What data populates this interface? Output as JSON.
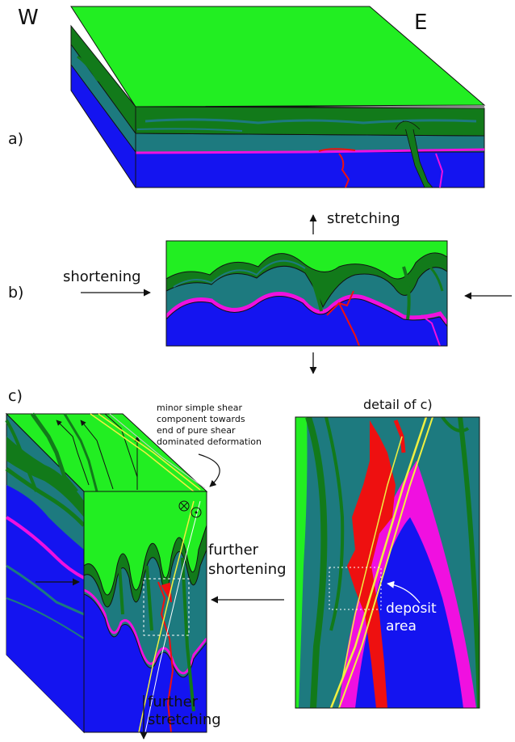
{
  "labels": {
    "west": "W",
    "east": "E",
    "panel_a": "a)",
    "panel_b": "b)",
    "panel_c": "c)",
    "stretching": "stretching",
    "shortening": "shortening",
    "minor_shear_line1": "minor simple shear",
    "minor_shear_line2": "component towards",
    "minor_shear_line3": "end of pure shear",
    "minor_shear_line4": "dominated deformation",
    "further_shortening_line1": "further",
    "further_shortening_line2": "shortening",
    "further_stretching_line1": "further",
    "further_stretching_line2": "stretching",
    "detail_title": "detail of c)",
    "deposit_line1": "deposit",
    "deposit_line2": "area"
  },
  "colors": {
    "light_green": "#22ee22",
    "dark_green": "#127a1a",
    "teal": "#1d7a7f",
    "blue": "#1414f0",
    "magenta": "#f010e0",
    "red": "#ee1010",
    "yellow": "#f0f040",
    "label_white": "#ffffff"
  }
}
